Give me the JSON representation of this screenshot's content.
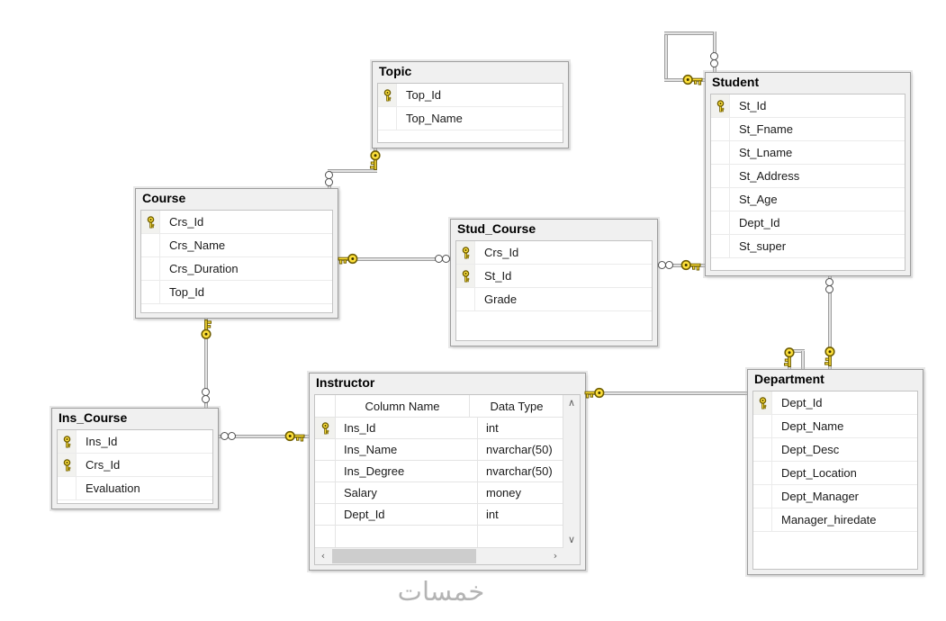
{
  "watermark": {
    "text": "خمسات"
  },
  "icons": {
    "primary_key": "key-icon",
    "many_end": "infinity-icon",
    "scroll_up": "∧",
    "scroll_down": "∨",
    "scroll_left": "‹",
    "scroll_right": "›"
  },
  "colors": {
    "key_yellow": "#ffe13b",
    "key_outline": "#6e5d00",
    "connector_fill": "#e2e2e2",
    "connector_edge": "#9e9e9e",
    "card_bg": "#f0f0f0",
    "card_border": "#9d9d9d",
    "watermark_gray": "#b4b4b4"
  },
  "tables": [
    {
      "name": "Topic",
      "columns": [
        {
          "name": "Top_Id",
          "key": true
        },
        {
          "name": "Top_Name",
          "key": false
        }
      ]
    },
    {
      "name": "Course",
      "columns": [
        {
          "name": "Crs_Id",
          "key": true
        },
        {
          "name": "Crs_Name",
          "key": false
        },
        {
          "name": "Crs_Duration",
          "key": false
        },
        {
          "name": "Top_Id",
          "key": false
        }
      ]
    },
    {
      "name": "Stud_Course",
      "columns": [
        {
          "name": "Crs_Id",
          "key": true
        },
        {
          "name": "St_Id",
          "key": true
        },
        {
          "name": "Grade",
          "key": false
        }
      ]
    },
    {
      "name": "Student",
      "columns": [
        {
          "name": "St_Id",
          "key": true
        },
        {
          "name": "St_Fname",
          "key": false
        },
        {
          "name": "St_Lname",
          "key": false
        },
        {
          "name": "St_Address",
          "key": false
        },
        {
          "name": "St_Age",
          "key": false
        },
        {
          "name": "Dept_Id",
          "key": false
        },
        {
          "name": "St_super",
          "key": false
        }
      ]
    },
    {
      "name": "Ins_Course",
      "columns": [
        {
          "name": "Ins_Id",
          "key": true
        },
        {
          "name": "Crs_Id",
          "key": true
        },
        {
          "name": "Evaluation",
          "key": false
        }
      ]
    },
    {
      "name": "Instructor",
      "grid": {
        "headers": [
          "Column Name",
          "Data Type"
        ],
        "rows": [
          {
            "name": "Ins_Id",
            "type": "int",
            "key": true
          },
          {
            "name": "Ins_Name",
            "type": "nvarchar(50)",
            "key": false
          },
          {
            "name": "Ins_Degree",
            "type": "nvarchar(50)",
            "key": false
          },
          {
            "name": "Salary",
            "type": "money",
            "key": false
          },
          {
            "name": "Dept_Id",
            "type": "int",
            "key": false
          }
        ]
      }
    },
    {
      "name": "Department",
      "columns": [
        {
          "name": "Dept_Id",
          "key": true
        },
        {
          "name": "Dept_Name",
          "key": false
        },
        {
          "name": "Dept_Desc",
          "key": false
        },
        {
          "name": "Dept_Location",
          "key": false
        },
        {
          "name": "Dept_Manager",
          "key": false
        },
        {
          "name": "Manager_hiredate",
          "key": false
        }
      ]
    }
  ],
  "relationships": [
    {
      "key_end": "Student",
      "many_end": "Student"
    },
    {
      "key_end": "Topic",
      "many_end": "Course"
    },
    {
      "key_end": "Course",
      "many_end": "Stud_Course"
    },
    {
      "key_end": "Student",
      "many_end": "Stud_Course"
    },
    {
      "key_end": "Course",
      "many_end": "Ins_Course"
    },
    {
      "key_end": "Instructor",
      "many_end": "Ins_Course"
    },
    {
      "key_end": "Instructor",
      "many_end": "Department"
    },
    {
      "key_end": "Department",
      "many_end": "Student"
    },
    {
      "key_end": "Department",
      "many_end": "Department"
    }
  ]
}
